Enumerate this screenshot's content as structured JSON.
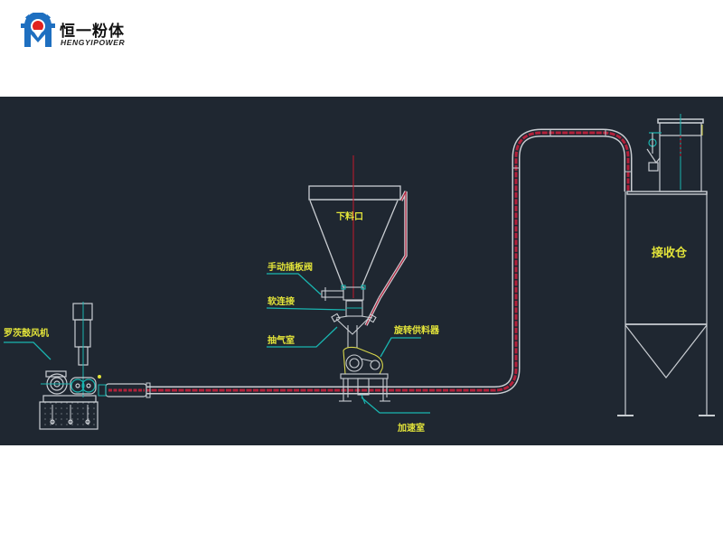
{
  "brand": {
    "name_cn": "恒一粉体",
    "name_en": "HENGYIPOWER",
    "colors": {
      "gear_blue": "#1e6fc0",
      "dot_red": "#e0221f"
    }
  },
  "diagram": {
    "background": "#1f2731",
    "colors": {
      "line": "#c9cdd2",
      "pipe_core": "#b3203a",
      "leader": "#19b5b0",
      "label": "#e4e53a",
      "axis": "#c0182a"
    },
    "labels": {
      "blower": "罗茨鼓风机",
      "discharge_port": "下料口",
      "gate_valve": "手动插板阀",
      "soft_connection": "软连接",
      "air_chamber": "抽气室",
      "rotary_feeder": "旋转供料器",
      "acceleration_chamber": "加速室",
      "receiving_bin": "接收仓"
    }
  }
}
